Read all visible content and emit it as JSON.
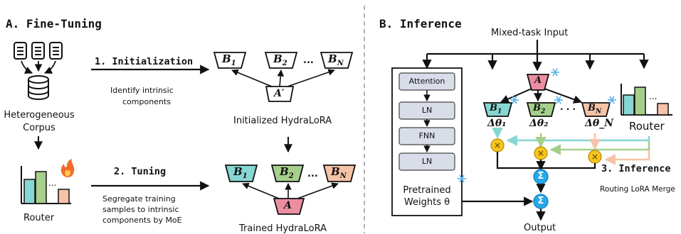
{
  "left": {
    "title": "A. Fine-Tuning",
    "corpus_label_line1": "Heterogeneous",
    "corpus_label_line2": "Corpus",
    "router_label": "Router",
    "step1_label": "1. Initialization",
    "step1_desc_line1": "Identify intrinsic",
    "step1_desc_line2": "components",
    "initialized_label": "Initialized HydraLoRA",
    "step2_label": "2. Tuning",
    "step2_desc_line1": "Segregate training",
    "step2_desc_line2": "samples to intrinsic",
    "step2_desc_line3": "components by MoE",
    "trained_label": "Trained HydraLoRA",
    "b1": "B",
    "b1_sub": "1",
    "b2": "B",
    "b2_sub": "2",
    "bn": "B",
    "bn_sub": "N",
    "a": "A",
    "a_prime": "A′",
    "dots": "..."
  },
  "right": {
    "title": "B. Inference",
    "input_label": "Mixed-task Input",
    "blocks": [
      "Attention",
      "LN",
      "FNN",
      "LN"
    ],
    "pretrained_line1": "Pretrained",
    "pretrained_line2": "Weights θ",
    "a": "A",
    "delta1": "Δθ₁",
    "delta2": "Δθ₂",
    "deltaN": "Δθ_N",
    "router_label": "Router",
    "step3_label": "3. Inference",
    "step3_desc": "Routing LoRA Merge",
    "multiply": "×",
    "sum": "Σ",
    "output_label": "Output",
    "dots": "· · ·"
  },
  "colors": {
    "teal": "#86d6d3",
    "green": "#a5cf8a",
    "salmon": "#f6c3a8",
    "pink": "#ec8ea1",
    "yellow": "#f7c51d",
    "blue": "#28a7e8",
    "gray_block": "#d8dde8",
    "divider": "#9a9a9a"
  }
}
